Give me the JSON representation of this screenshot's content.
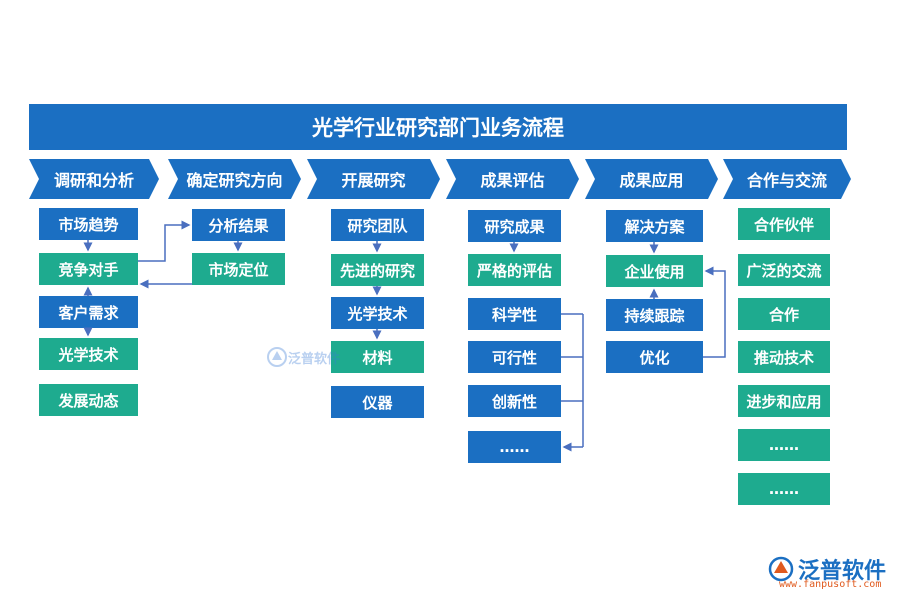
{
  "title": "光学行业研究部门业务流程",
  "phases": [
    "调研和分析",
    "确定研究方向",
    "开展研究",
    "成果评估",
    "成果应用",
    "合作与交流"
  ],
  "col1": [
    "市场趋势",
    "竞争对手",
    "客户需求",
    "光学技术",
    "发展动态"
  ],
  "col2": [
    "分析结果",
    "市场定位"
  ],
  "col3": [
    "研究团队",
    "先进的研究",
    "光学技术",
    "材料",
    "仪器"
  ],
  "col4": [
    "研究成果",
    "严格的评估",
    "科学性",
    "可行性",
    "创新性",
    "……"
  ],
  "col5": [
    "解决方案",
    "企业使用",
    "持续跟踪",
    "优化"
  ],
  "col6": [
    "合作伙伴",
    "广泛的交流",
    "合作",
    "推动技术",
    "进步和应用",
    "……",
    "……"
  ],
  "watermark": "泛普软件",
  "logo": {
    "name": "泛普软件",
    "url": "www.fanpusoft.com"
  },
  "colors": {
    "blue": "#1b6fc2",
    "teal": "#1eab8f",
    "arrow": "#4a6fbf"
  }
}
